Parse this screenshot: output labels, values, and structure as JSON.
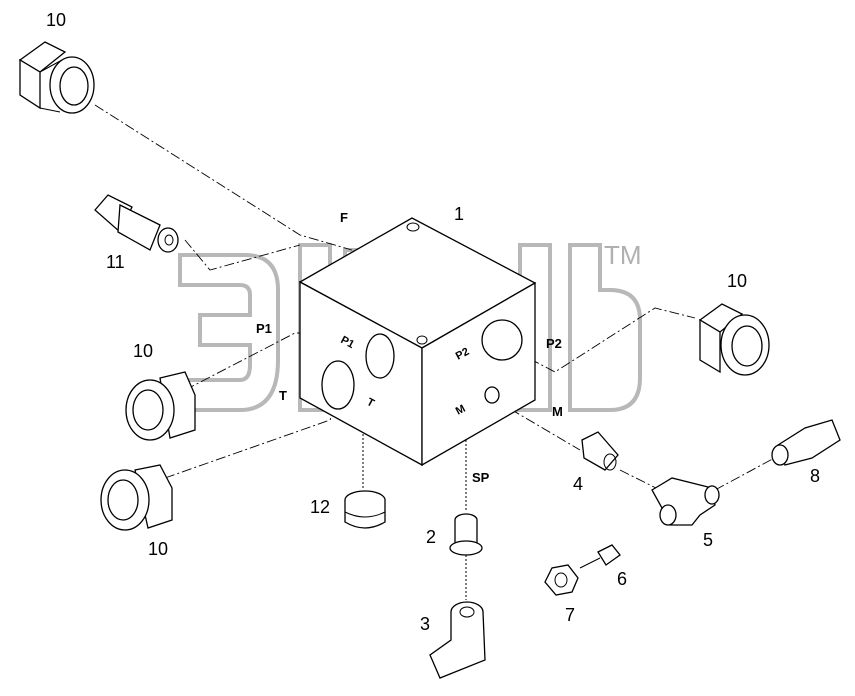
{
  "diagram": {
    "watermark": {
      "symbol": "TM"
    },
    "callouts": {
      "c1": "1",
      "c2": "2",
      "c3": "3",
      "c4": "4",
      "c5": "5",
      "c6": "6",
      "c7": "7",
      "c8": "8",
      "c10a": "10",
      "c10b": "10",
      "c10c": "10",
      "c10d": "10",
      "c11": "11",
      "c12": "12"
    },
    "ports": {
      "f": "F",
      "p1": "P1",
      "p2": "P2",
      "t": "T",
      "m": "M",
      "sp": "SP"
    },
    "face_marks": {
      "p1": "P1",
      "p2": "P2",
      "t": "T",
      "m": "M"
    }
  }
}
